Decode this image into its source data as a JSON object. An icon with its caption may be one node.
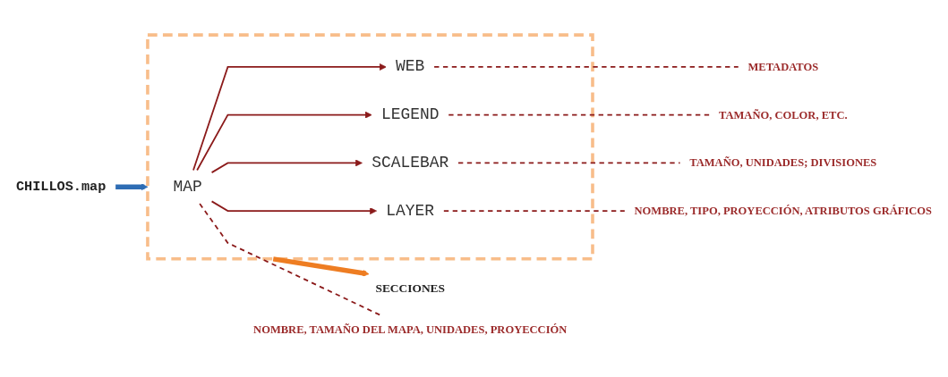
{
  "diagram": {
    "nodes": [
      {
        "text": [
          "CHILLOS.map"
        ]
      },
      {
        "text": [
          "SECCIONES"
        ]
      },
      {
        "text": [],
        "shape": "box"
      },
      {
        "text": [
          "MAP"
        ],
        "in": 2
      },
      {
        "text": [
          "WEB"
        ],
        "in": 2
      },
      {
        "text": [
          "LEGEND"
        ],
        "in": 2
      },
      {
        "text": [
          "SCALEBAR"
        ],
        "in": 2
      },
      {
        "text": [
          "LAYER"
        ],
        "in": 2
      },
      {
        "text": [
          "NOMBRE, TAMAÑO DEL MAPA, UNIDADES, PROYECCIÓN"
        ]
      },
      {
        "text": [
          "METADATOS"
        ]
      },
      {
        "text": [
          "TAMAÑO, COLOR, ETC."
        ]
      },
      {
        "text": [
          "TAMAÑO, UNIDADES; DIVISIONES"
        ]
      },
      {
        "text": [
          "NOMBRE, TIPO, PROYECCIÓN, ATRIBUTOS GRÁFICOS"
        ]
      }
    ],
    "edges": [
      {
        "from": 0,
        "to": 2,
        "arrow": "to",
        "style": "thick",
        "color": "#2e6db4"
      },
      {
        "from": 2,
        "to": 1,
        "arrow": "to",
        "style": "thick",
        "color": "#ee7d22"
      },
      {
        "from": 3,
        "to": 4,
        "arrow": "to"
      },
      {
        "from": 3,
        "to": 5,
        "arrow": "to"
      },
      {
        "from": 3,
        "to": 6,
        "arrow": "to"
      },
      {
        "from": 3,
        "to": 7,
        "arrow": "to"
      },
      {
        "from": 3,
        "to": 8,
        "arrow": "none",
        "style": "dashed"
      },
      {
        "from": 4,
        "to": 9,
        "arrow": "none",
        "style": "dashed"
      },
      {
        "from": 5,
        "to": 10,
        "arrow": "none",
        "style": "dashed"
      },
      {
        "from": 6,
        "to": 11,
        "arrow": "none",
        "style": "dashed"
      },
      {
        "from": 7,
        "to": 12,
        "arrow": "none",
        "style": "dashed"
      }
    ]
  }
}
